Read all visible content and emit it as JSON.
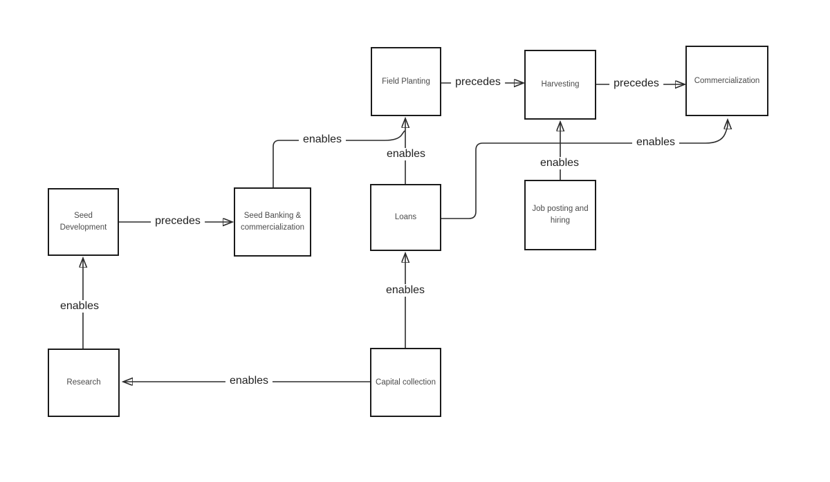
{
  "diagram": {
    "nodes": [
      {
        "id": "field-planting",
        "label": "Field Planting"
      },
      {
        "id": "harvesting",
        "label": "Harvesting"
      },
      {
        "id": "commercialization",
        "label": "Commercialization"
      },
      {
        "id": "seed-development",
        "label": "Seed Development"
      },
      {
        "id": "seed-banking",
        "label": "Seed Banking & commercialization"
      },
      {
        "id": "loans",
        "label": "Loans"
      },
      {
        "id": "job-posting",
        "label": "Job posting and hiring"
      },
      {
        "id": "research",
        "label": "Research"
      },
      {
        "id": "capital-collection",
        "label": "Capital collection"
      }
    ],
    "edges": [
      {
        "from": "seed-development",
        "to": "seed-banking",
        "label": "precedes"
      },
      {
        "from": "field-planting",
        "to": "harvesting",
        "label": "precedes"
      },
      {
        "from": "harvesting",
        "to": "commercialization",
        "label": "precedes"
      },
      {
        "from": "research",
        "to": "seed-development",
        "label": "enables"
      },
      {
        "from": "capital-collection",
        "to": "research",
        "label": "enables"
      },
      {
        "from": "capital-collection",
        "to": "loans",
        "label": "enables"
      },
      {
        "from": "loans",
        "to": "field-planting",
        "label": "enables"
      },
      {
        "from": "seed-banking",
        "to": "field-planting",
        "label": "enables"
      },
      {
        "from": "job-posting",
        "to": "harvesting",
        "label": "enables"
      },
      {
        "from": "loans",
        "to": "commercialization",
        "label": "enables"
      }
    ],
    "colors": {
      "background": "#ffffff",
      "node_border": "#1a1a1a",
      "node_fill": "#ffffff",
      "node_text": "#4a4a4a",
      "edge_line": "#2a2a2a",
      "edge_text": "#1f1f1f"
    }
  }
}
